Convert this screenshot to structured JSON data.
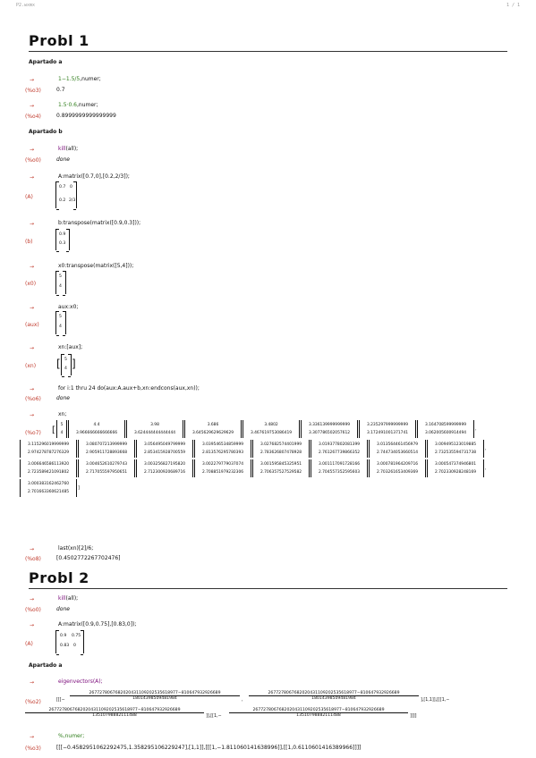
{
  "header": {
    "filename": "P2.wxmx",
    "page": "1 / 1"
  },
  "sections": [
    {
      "title": "Probl 1"
    },
    {
      "title": "Probl 2"
    }
  ],
  "subsections": [
    "Apartado a",
    "Apartado b",
    "Apartado a"
  ],
  "arrow_glyph": "→",
  "cells": {
    "c1": {
      "input_parts": [
        "1−1.5/5",
        ",numer;"
      ],
      "label": "(%o3)",
      "output": "0.7"
    },
    "c2": {
      "input_parts": [
        "1.5·0.6",
        ",numer;"
      ],
      "label": "(%o4)",
      "output": "0.8999999999999999"
    },
    "c3": {
      "func": "kill",
      "args": "(all);",
      "label": "(%o0)",
      "output": "done"
    },
    "c4": {
      "input": "A:matrix([0.7,0],[0.2,2/3]);",
      "label": "(A)",
      "matrix": [
        [
          "0.7",
          "0"
        ],
        [
          "0.2",
          "2/3"
        ]
      ]
    },
    "c5": {
      "input": "b:transpose(matrix([0.9,0.3]));",
      "label": "(b)",
      "matrix": [
        [
          "0.9"
        ],
        [
          "0.3"
        ]
      ]
    },
    "c6": {
      "input": "x0:transpose(matrix([5,4]));",
      "label": "(x0)",
      "matrix": [
        [
          "5"
        ],
        [
          "4"
        ]
      ]
    },
    "c7": {
      "input": "aux:x0;",
      "label": "(aux)",
      "matrix": [
        [
          "5"
        ],
        [
          "4"
        ]
      ]
    },
    "c8": {
      "input": "xn:[aux];",
      "label": "(xn)",
      "matrix": [
        [
          "5"
        ],
        [
          "4"
        ]
      ]
    },
    "c9": {
      "input": "for i:1 thru 24 do(aux:A.aux+b,xn:endcons(aux,xn));",
      "label": "(%o6)",
      "output": "done"
    },
    "c10": {
      "input": "xn;",
      "label": "(%o7)"
    },
    "c11": {
      "input": "last(xn)[2]/6;",
      "label": "(%o8)",
      "output": "[0.4502772267702476]"
    },
    "c12": {
      "func": "kill",
      "args": "(all);",
      "label": "(%o0)",
      "output": "done"
    },
    "c13": {
      "input": "A:matrix([0.9,0.75],[0.83,0]);",
      "label": "(A)",
      "matrix": [
        [
          "0.9",
          "0.75"
        ],
        [
          "0.83",
          "0"
        ]
      ]
    },
    "c14": {
      "input": "eigenvectors(A);",
      "label": "(%o2)"
    },
    "c15": {
      "input": "%,numer;",
      "label": "(%o3)",
      "output": "[[[−0.4582951062292475,1.358295106229247],[1,1]],[[[1,−1.811060141638996]],[[1,0.6110601416389966]]]]"
    }
  },
  "xn_rows": [
    [
      [
        "5",
        "4"
      ],
      [
        "4.4",
        "3.966666666666666"
      ],
      [
        "3.98",
        "3.624444444444444"
      ],
      [
        "3.686",
        "3.645629629629629"
      ],
      [
        "3.4802",
        "3.467619753086419"
      ],
      [
        "3.336139999999999",
        "3.307786502057612"
      ],
      [
        "3.235297999999999",
        "3.172491001371741"
      ],
      [
        "3.164708599999999",
        "3.062005600914494"
      ]
    ],
    [
      [
        "3.115296019999999",
        "2.974278787276329"
      ],
      [
        "3.080707213999999",
        "2.905911728893668"
      ],
      [
        "3.056495049799999",
        "2.853415928700559"
      ],
      [
        "3.039546534859999",
        "2.813576295780393"
      ],
      [
        "3.027682574401999",
        "2.783626807478928"
      ],
      [
        "3.019377802081399",
        "2.761267739866352"
      ],
      [
        "3.013564461456979",
        "2.744734053660514"
      ],
      [
        "3.009495123019885",
        "2.732535594731738"
      ]
    ],
    [
      [
        "3.006646586113920",
        "2.723589421091802"
      ],
      [
        "3.004652610279743",
        "2.717055597950651"
      ],
      [
        "3.003256827195820",
        "2.712300920689716"
      ],
      [
        "3.002279779037074",
        "2.708851979232306"
      ],
      [
        "3.001595845325951",
        "2.706357527529582"
      ],
      [
        "3.001117091728166",
        "2.704557352595603"
      ],
      [
        "3.000781964209716",
        "2.703261653409369"
      ],
      [
        "3.000547374946801",
        "2.702330928248169"
      ]
    ],
    [
      [
        "3.000383162462760",
        "2.701663360621485"
      ]
    ]
  ],
  "eigen": {
    "line1_pre": "[[[−",
    "num1": "2677278067682020431109202535618977−810647932926689",
    "den1": "1801439850948198​4",
    "line1_mid": ",",
    "line1_post": "],[1,1]],[[[1,−",
    "line2_post": "]],[[1,−",
    "line2_end": "]]]]",
    "den2": "1351079888211148​8"
  }
}
